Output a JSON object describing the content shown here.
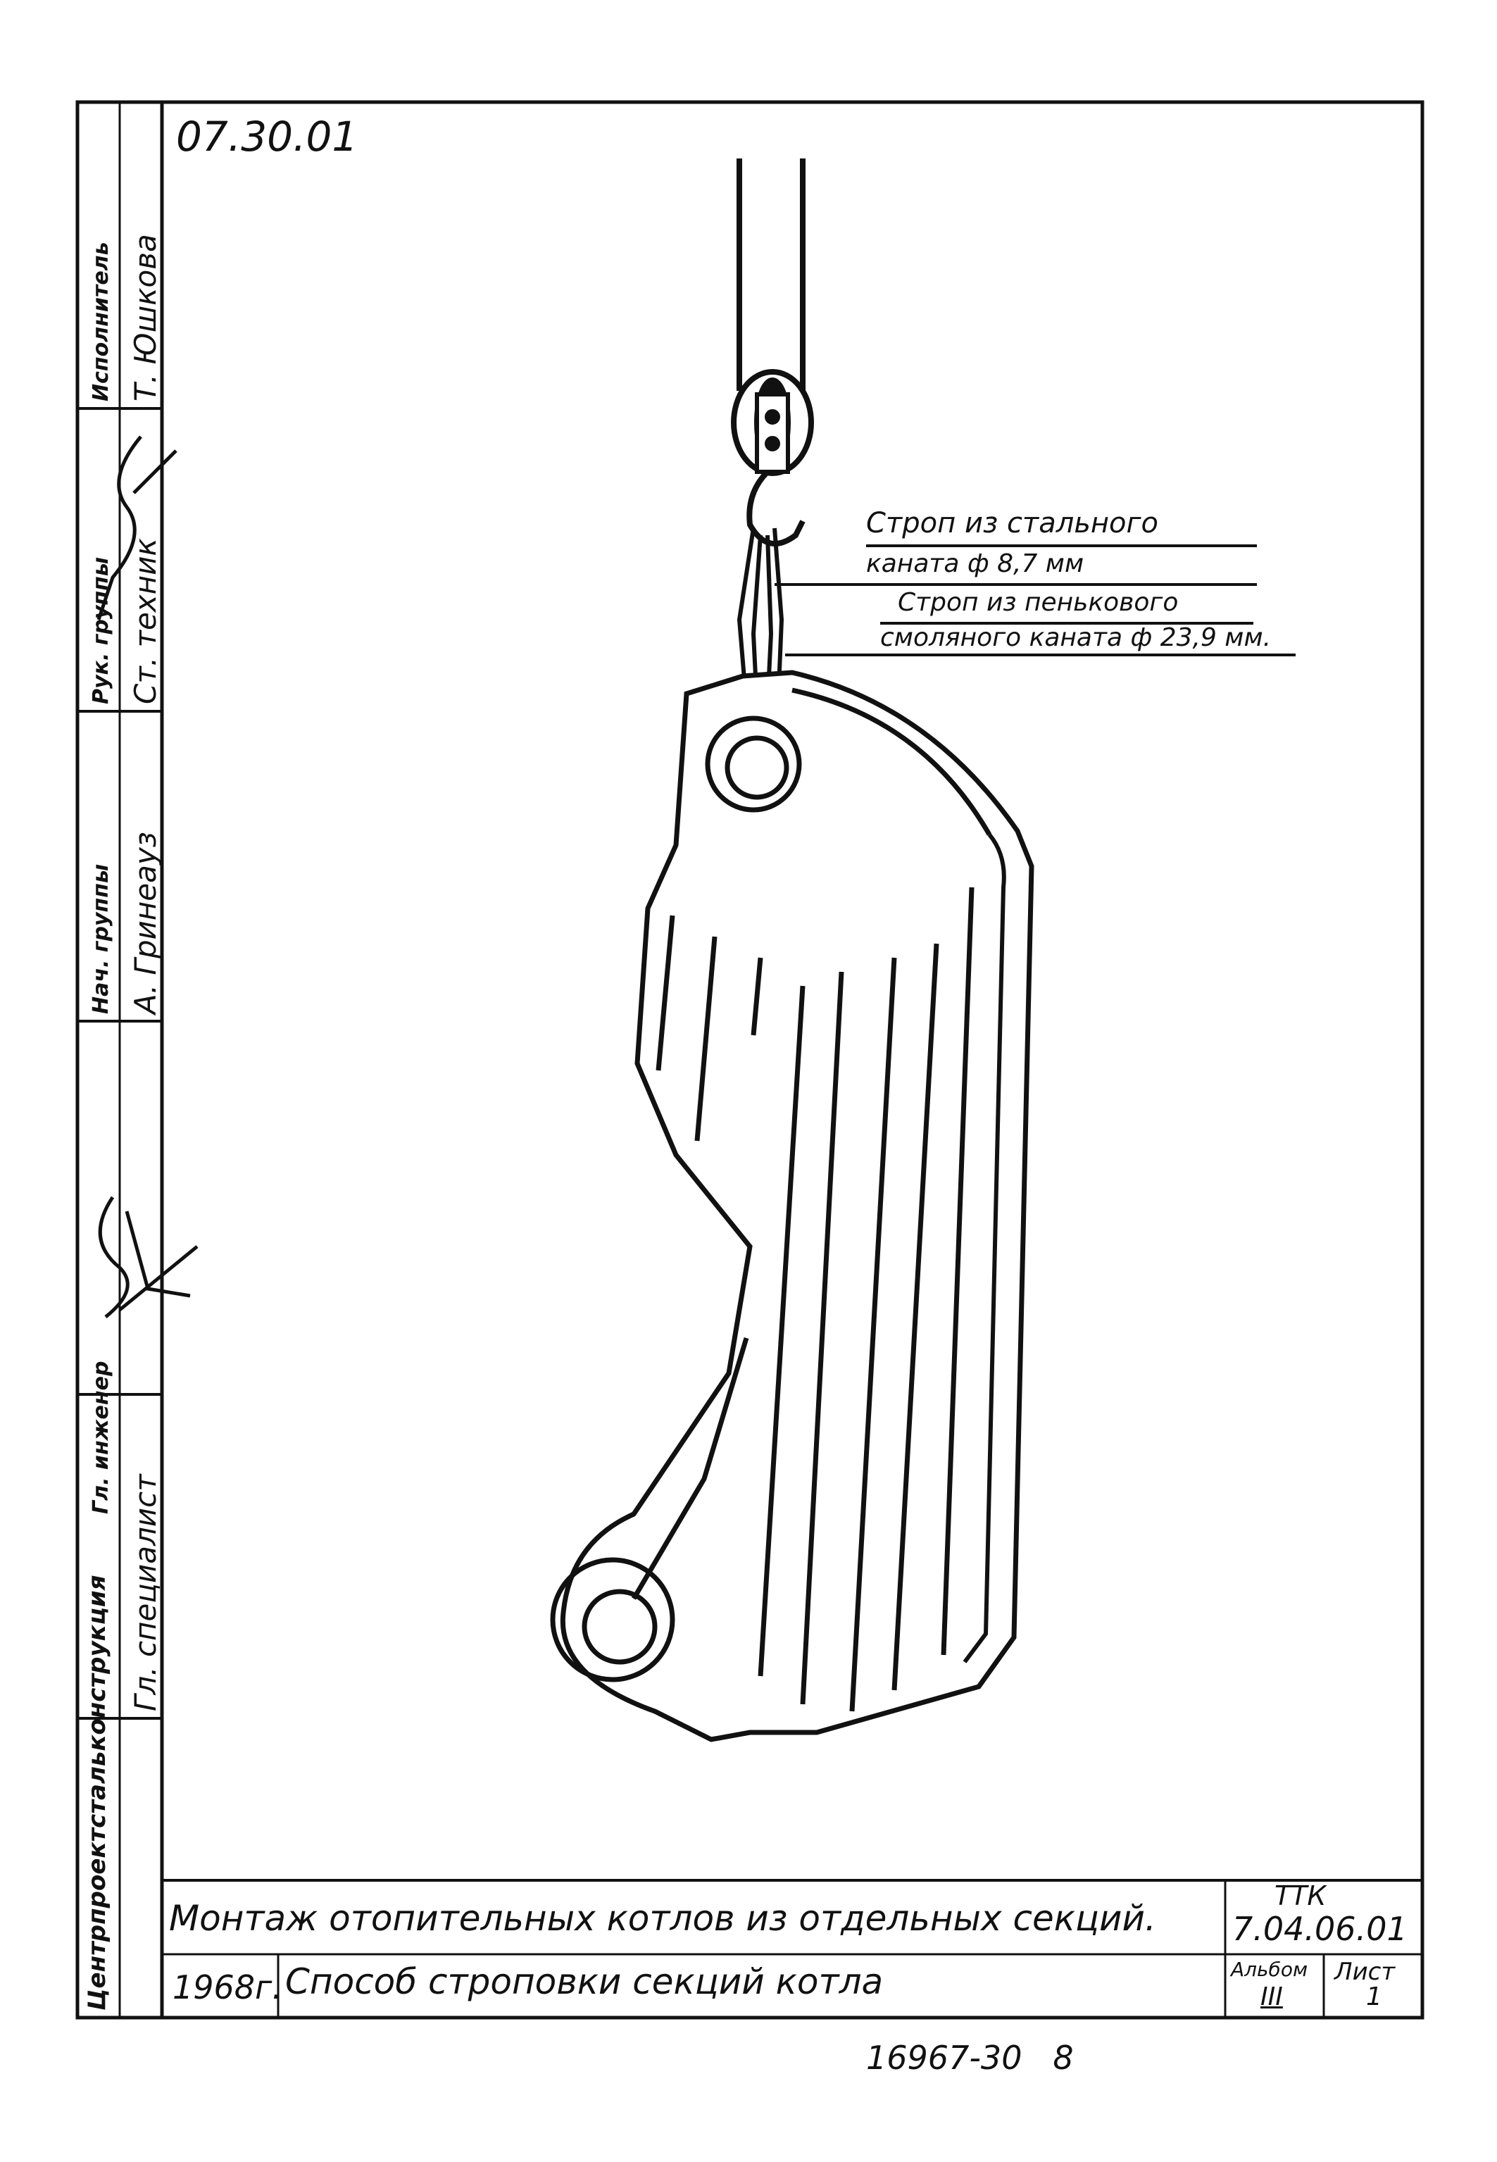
{
  "sheet": {
    "code_top": "07.30.01",
    "stamp_bottom": "16967-30   8"
  },
  "callouts": {
    "steel_line1": "Строп из стального",
    "steel_line2": "каната ф 8,7 мм",
    "hemp_line1": "Строп из пенькового",
    "hemp_line2": "смоляного каната ф 23,9 мм."
  },
  "side_stamp": {
    "org": "Центрпроектстальконструкция",
    "col1_role": "Гл. специалист",
    "col1_role_header": "Гл. инженер",
    "col2_role_header": "Нач. группы",
    "col2_name": "А. Гринеауз",
    "col3_role": "Ст. техник",
    "col3_role_header": "Рук. группы",
    "col4_role_header": "Исполнитель",
    "col4_name": "Т. Юшкова"
  },
  "title_block": {
    "title_main": "Монтаж отопительных котлов из отдельных секций.",
    "ttk_label": "ТТК",
    "ttk_code": "7.04.06.01",
    "year": "1968г.",
    "subtitle": "Способ строповки секций котла",
    "album_label": "Альбом",
    "album_value": "III",
    "sheet_label": "Лист",
    "sheet_value": "1"
  },
  "colors": {
    "ink": "#111111",
    "paper": "#ffffff"
  }
}
